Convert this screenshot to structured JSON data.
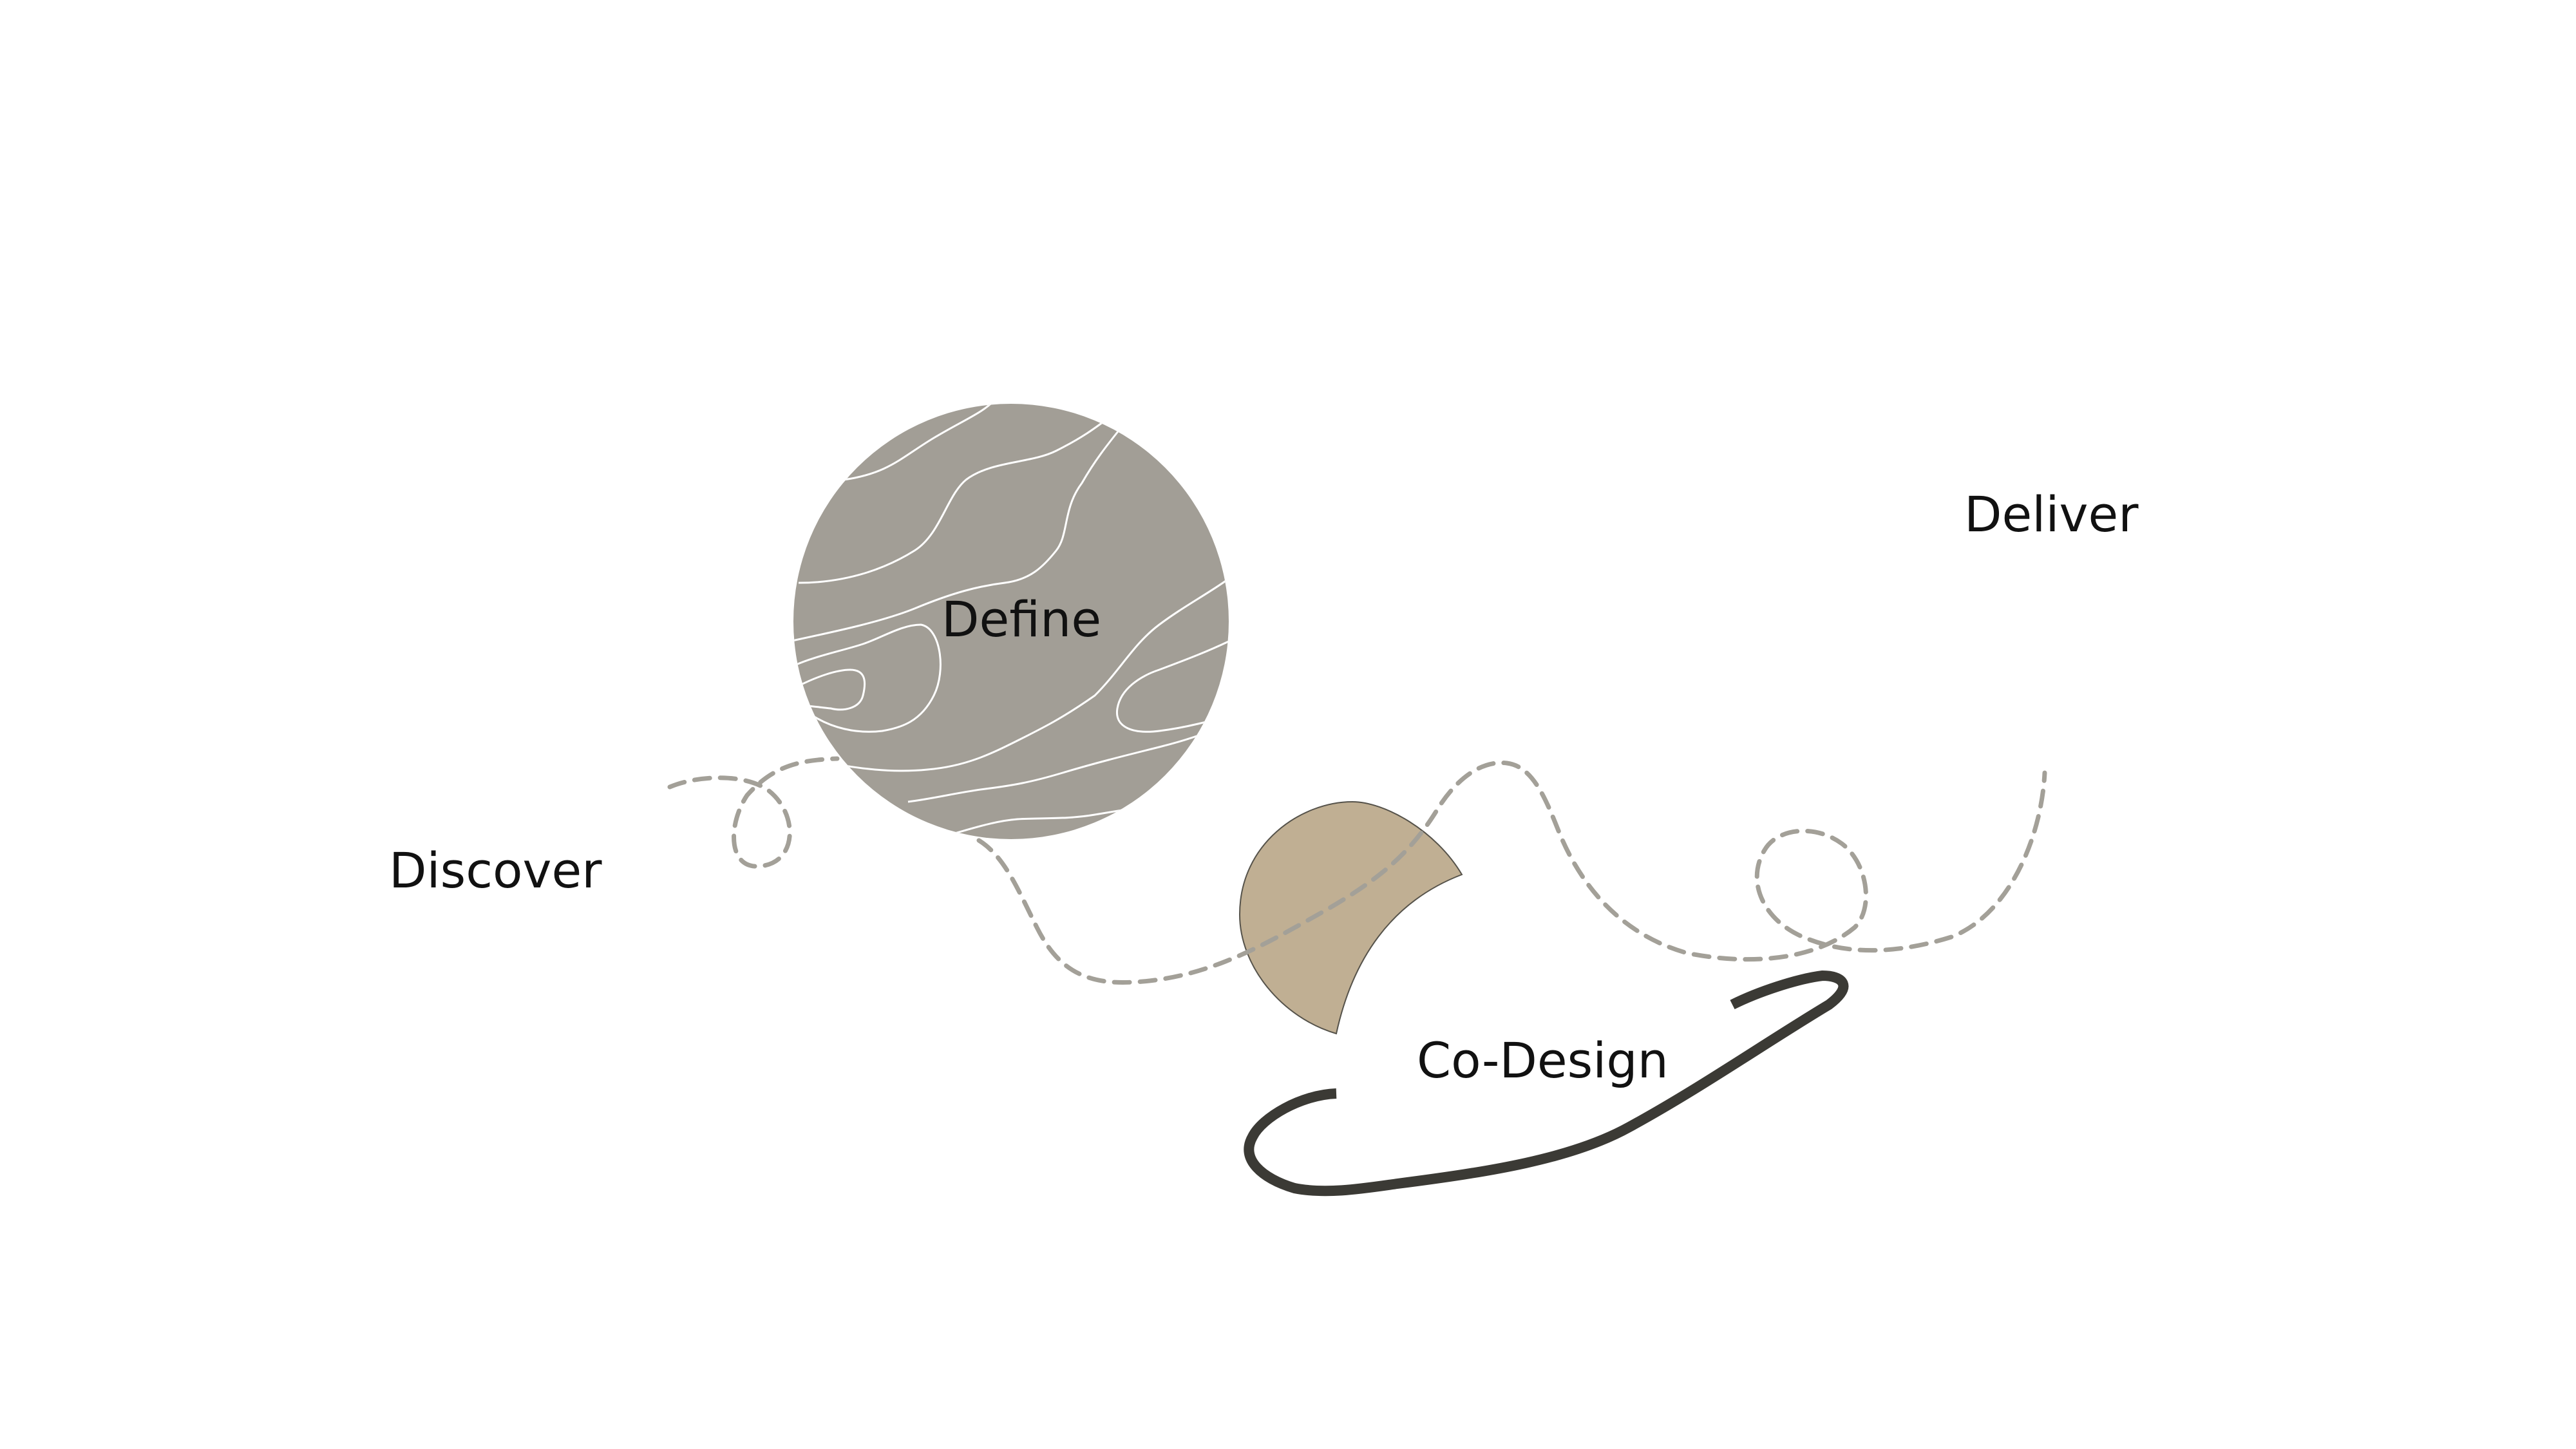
{
  "stages": {
    "discover": "Discover",
    "define": "Define",
    "codesign": "Co-Design",
    "deliver": "Deliver"
  },
  "colors": {
    "background": "#ffffff",
    "define_circle": "#a29e96",
    "contour_lines": "#ffffff",
    "codesign_crescent": "#c0af93",
    "dashed_path": "#a3a098",
    "codesign_loop": "#3b3a35",
    "label_text": "#111111"
  }
}
